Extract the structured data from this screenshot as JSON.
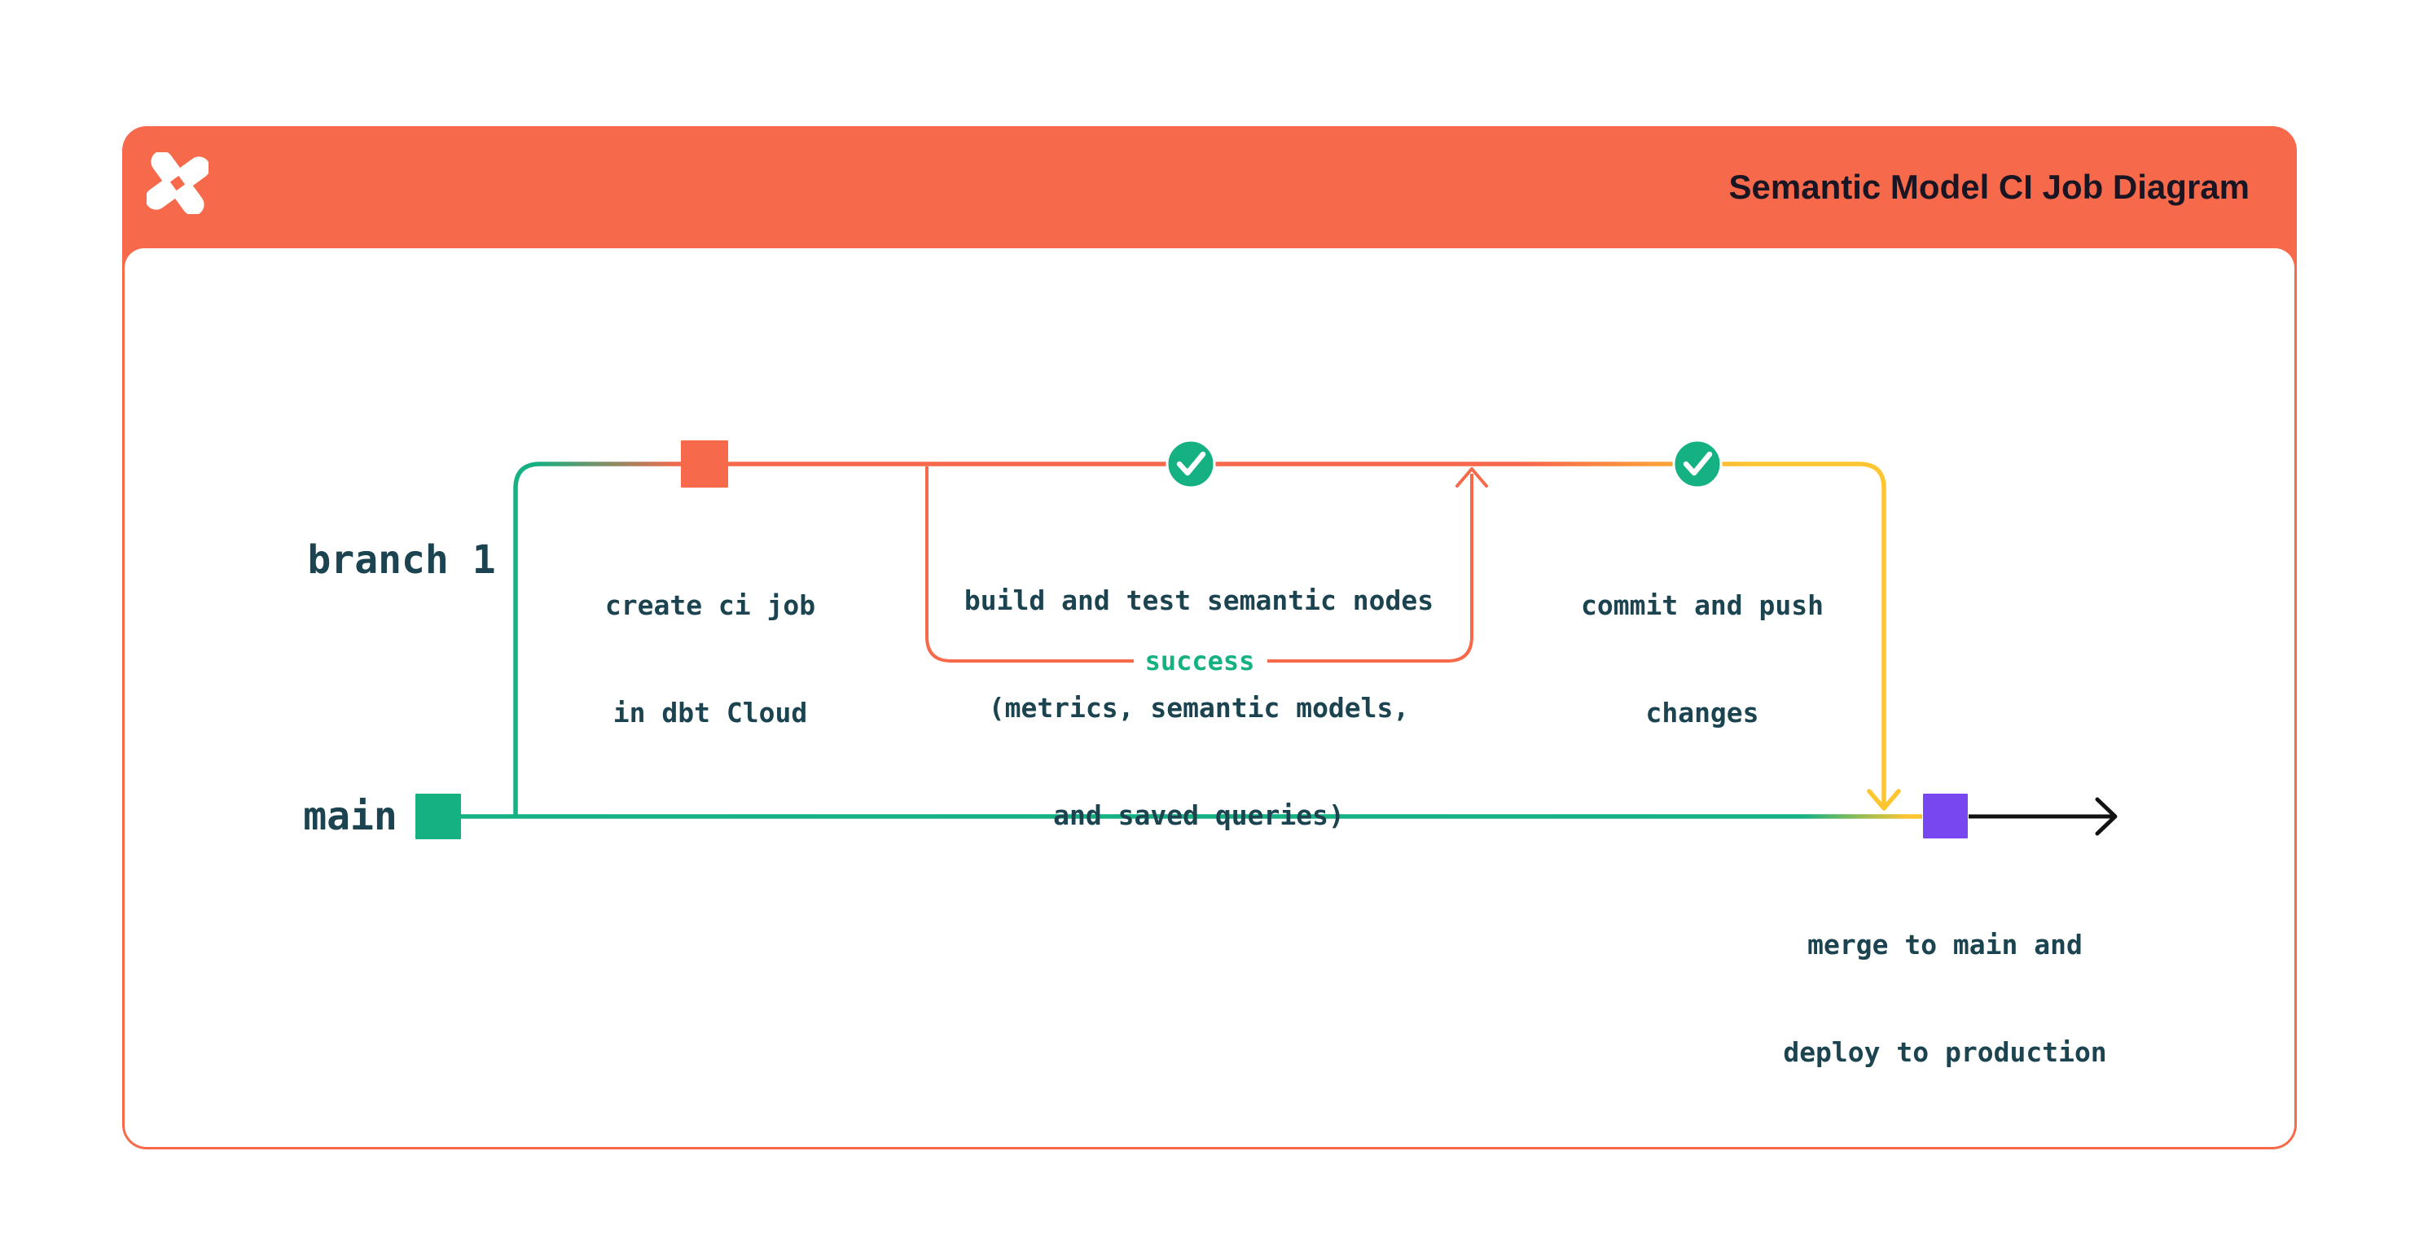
{
  "header": {
    "title": "Semantic Model CI Job Diagram",
    "logo": "dbt-logo"
  },
  "colors": {
    "page_bg": "#FFFFFF",
    "card_bg": "#FFFFFF",
    "orange": "#F6694B",
    "teal": "#15B182",
    "yellow": "#FDC52F",
    "purple": "#7847F0",
    "ink": "#1C4450",
    "title_ink": "#1A1523",
    "black": "#121212",
    "white": "#FFFFFF"
  },
  "diagram": {
    "branch_label": "branch 1",
    "main_label": "main",
    "loop_label": "success",
    "steps": {
      "create_ci": {
        "lines": [
          "create ci job",
          "in dbt Cloud"
        ]
      },
      "build_test": {
        "lines": [
          "build and test semantic nodes",
          "(metrics, semantic models,",
          "and saved queries)"
        ]
      },
      "commit_push": {
        "lines": [
          "commit and push",
          "changes"
        ]
      },
      "merge_deploy": {
        "lines": [
          "merge to main and",
          "deploy to production"
        ]
      }
    }
  }
}
